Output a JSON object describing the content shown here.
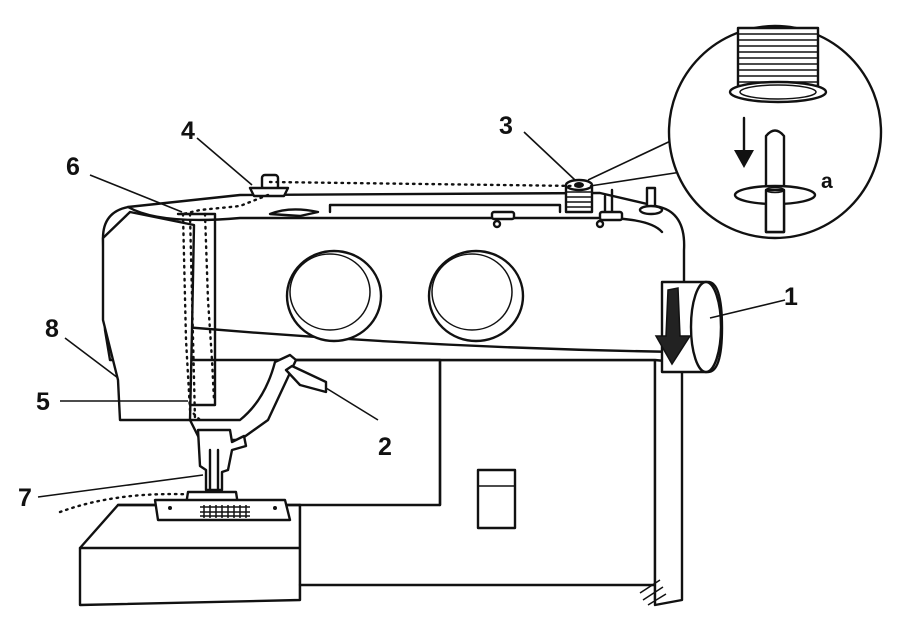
{
  "callouts": {
    "c1": "1",
    "c2": "2",
    "c3": "3",
    "c4": "4",
    "c5": "5",
    "c6": "6",
    "c7": "7",
    "c8": "8"
  },
  "inset": {
    "label_a": "a"
  }
}
